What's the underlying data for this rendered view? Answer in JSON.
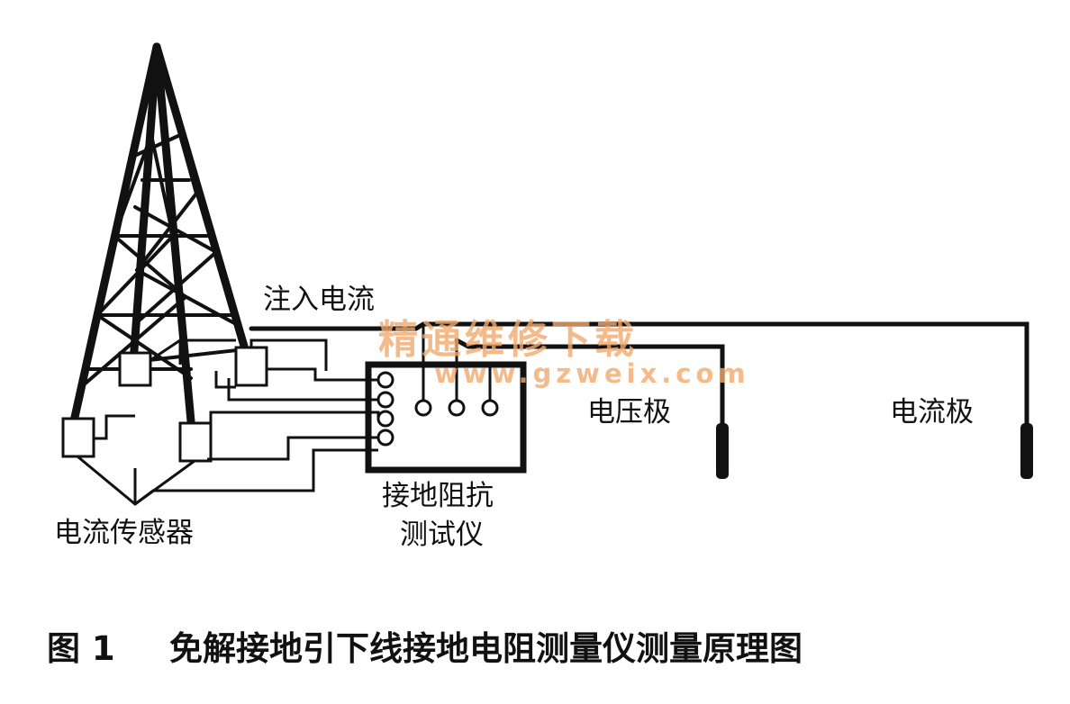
{
  "labels": {
    "injected_current": "注入电流",
    "voltage_pole": "电压极",
    "current_pole": "电流极",
    "current_sensor": "电流传感器",
    "tester_line1": "接地阻抗",
    "tester_line2": "测试仪"
  },
  "watermark": {
    "title": "精通维修下载",
    "url": "www.gzweix.com"
  },
  "caption": {
    "number": "图 1",
    "text": "免解接地引下线接地电阻测量仪测量原理图"
  },
  "colors": {
    "ink": "#111111",
    "watermark": "#f2a96b"
  }
}
